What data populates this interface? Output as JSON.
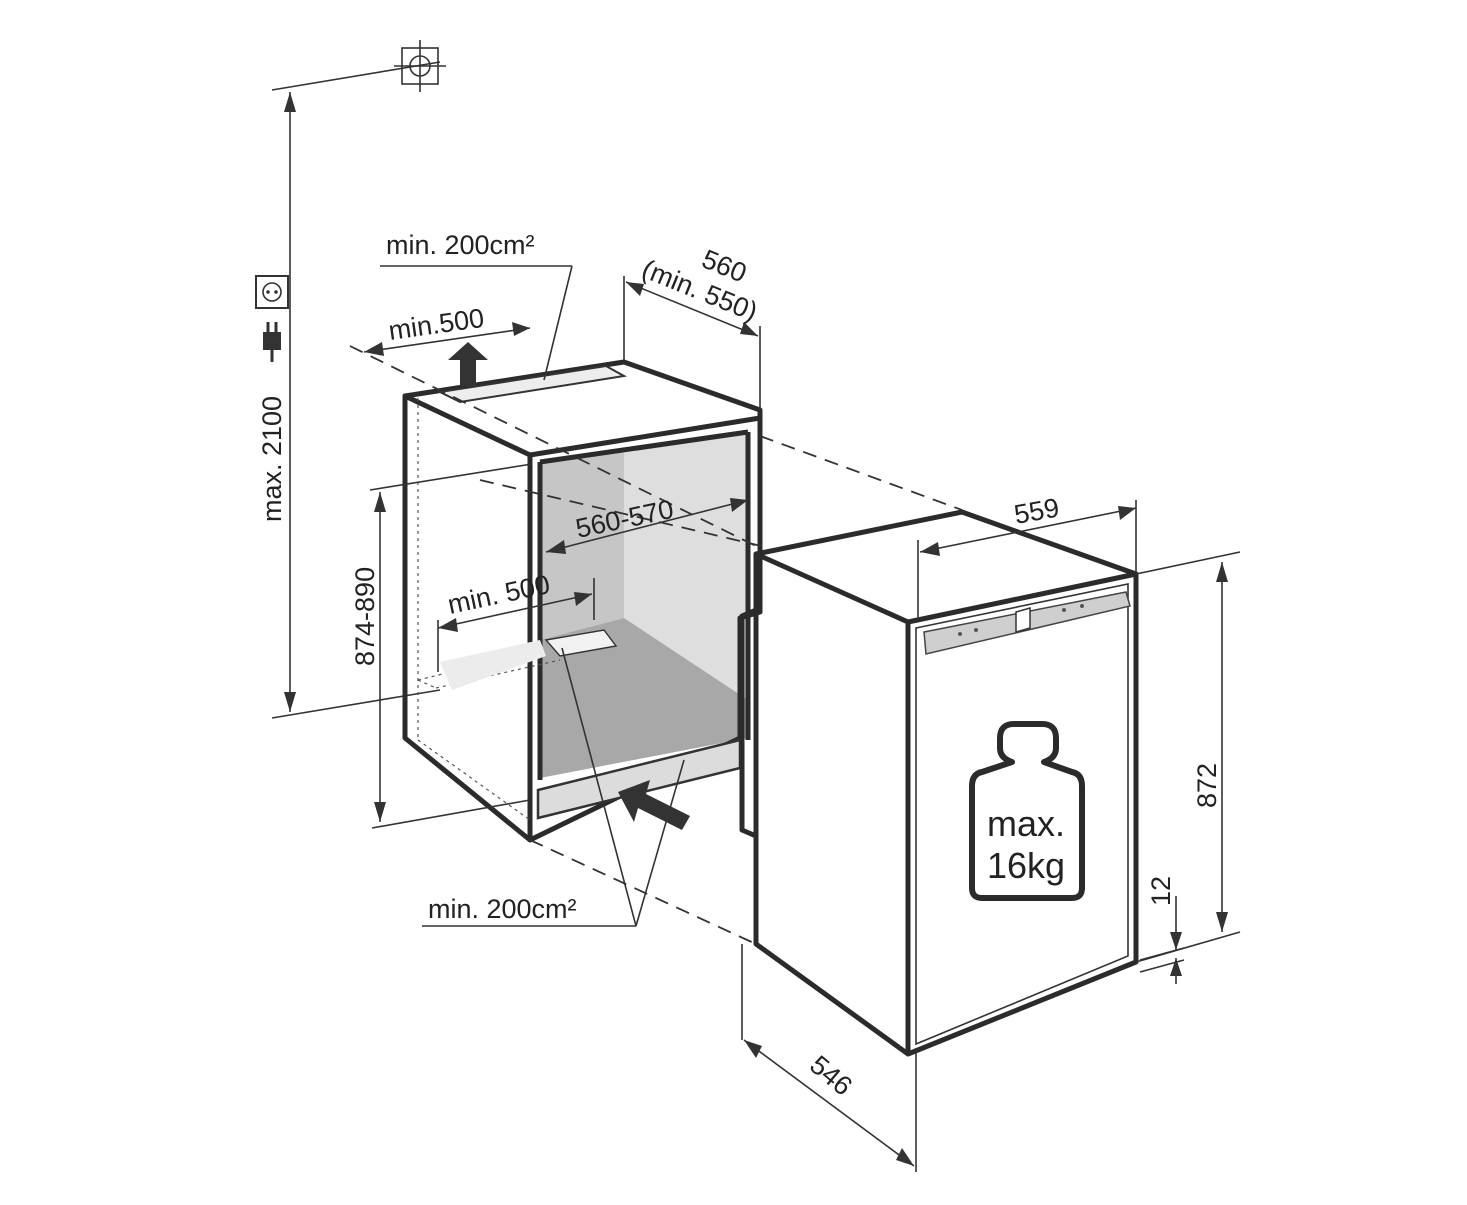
{
  "labels": {
    "max_height": "max. 2100",
    "niche_height": "874-890",
    "top_vent_area": "min. 200cm²",
    "top_vent_depth": "min.500",
    "niche_depth_value": "560",
    "niche_depth_min": "(min. 550)",
    "niche_width": "560-570",
    "floor_depth": "min. 500",
    "bottom_vent_area": "min. 200cm²",
    "appliance_width": "559",
    "appliance_height": "872",
    "plinth_gap": "12",
    "appliance_depth": "546",
    "weight_line1": "max.",
    "weight_line2": "16kg"
  },
  "icons": [
    "water-connection-icon",
    "socket-icon",
    "plug-icon",
    "weight-icon",
    "vent-arrow-up-icon",
    "vent-arrow-in-icon"
  ],
  "colors": {
    "line": "#2b2b2b",
    "niche_wall": "#c6c6c6",
    "niche_side": "#dcdcdc",
    "niche_floor": "#a9a9a9",
    "control_panel": "#cfcfcf"
  }
}
